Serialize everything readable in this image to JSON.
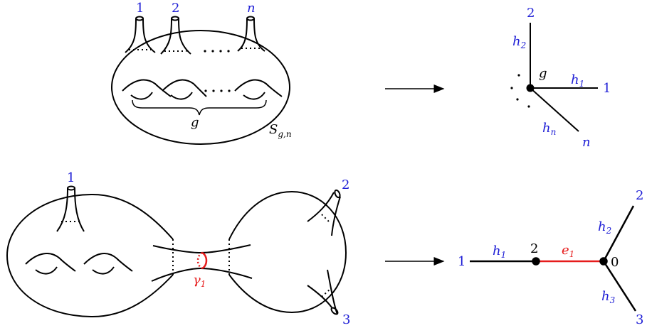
{
  "colors": {
    "ink": "#000000",
    "blue": "#1f1fd6",
    "red": "#e61c1c"
  },
  "top_surface": {
    "leg_labels": [
      "1",
      "2",
      "n"
    ],
    "genus_label": "g",
    "surface_label": "S",
    "surface_label_sub": "g,n"
  },
  "top_graph": {
    "vertex_label": "g",
    "edges": [
      {
        "name": "h",
        "sub": "1",
        "end": "1"
      },
      {
        "name": "h",
        "sub": "2",
        "end": "2"
      },
      {
        "name": "h",
        "sub": "n",
        "end": "n"
      }
    ]
  },
  "bottom_surface": {
    "leg_labels": [
      "1",
      "2",
      "3"
    ],
    "curve_label": "γ",
    "curve_label_sub": "1"
  },
  "bottom_graph": {
    "left_vertex_label": "2",
    "right_vertex_label": "0",
    "middle_edge": {
      "name": "e",
      "sub": "1"
    },
    "legs": [
      {
        "name": "h",
        "sub": "1",
        "end": "1"
      },
      {
        "name": "h",
        "sub": "2",
        "end": "2"
      },
      {
        "name": "h",
        "sub": "3",
        "end": "3"
      }
    ]
  }
}
